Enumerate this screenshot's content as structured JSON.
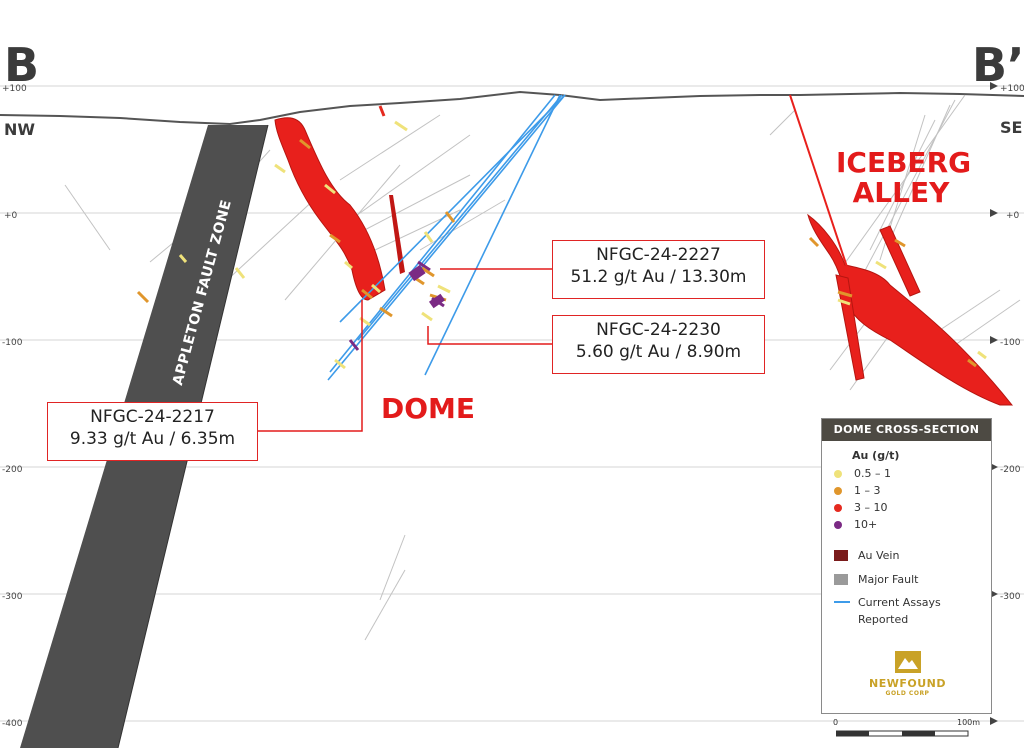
{
  "section": {
    "start_label": "B",
    "end_label": "B’",
    "left_direction": "NW",
    "right_direction": "SE"
  },
  "elevations": [
    "+100",
    "+0",
    "-100",
    "-200",
    "-300",
    "-400"
  ],
  "fault": {
    "label": "APPLETON FAULT ZONE"
  },
  "zones": [
    {
      "label_line1": "ICEBERG",
      "label_line2": "ALLEY"
    },
    {
      "label_line1": "DOME"
    }
  ],
  "callouts": [
    {
      "hole": "NFGC-24-2227",
      "result": "51.2 g/t Au / 13.30m"
    },
    {
      "hole": "NFGC-24-2230",
      "result": "5.60 g/t Au / 8.90m"
    },
    {
      "hole": "NFGC-24-2217",
      "result": "9.33 g/t Au / 6.35m"
    }
  ],
  "legend": {
    "title": "DOME CROSS-SECTION",
    "grade_header": "Au (g/t)",
    "grades": [
      {
        "label": "0.5 – 1",
        "color": "#efe27a"
      },
      {
        "label": "1 – 3",
        "color": "#e0962c"
      },
      {
        "label": "3 – 10",
        "color": "#e52a1f"
      },
      {
        "label": "10+",
        "color": "#7b2a84"
      }
    ],
    "items": [
      {
        "label": "Au Vein",
        "color": "#7a1b1b"
      },
      {
        "label": "Major Fault",
        "color": "#9a9a9a"
      },
      {
        "label": "Current Assays",
        "label2": "Reported",
        "color": "#3d9be9"
      }
    ],
    "logo": {
      "name": "NEWFOUND",
      "sub": "GOLD CORP"
    },
    "scale": {
      "start": "0",
      "end": "100m"
    }
  },
  "colors": {
    "vein_red": "#e8201c",
    "fault_gray": "#4f4f4f",
    "drill_blue": "#3d9be9",
    "accent_red": "#e31b1b"
  }
}
